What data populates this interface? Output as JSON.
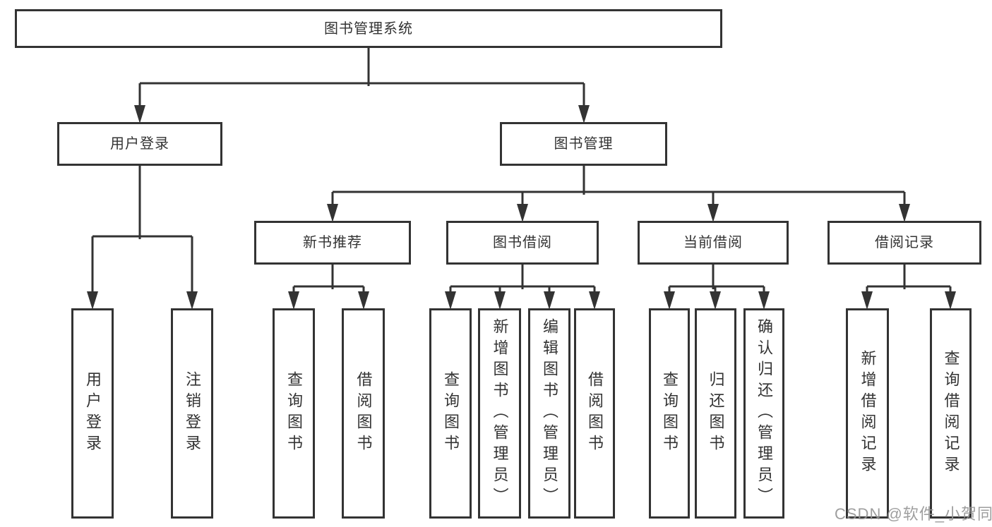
{
  "colors": {
    "line": "#333333",
    "box_border": "#333333",
    "box_fill": "#ffffff",
    "text": "#333333",
    "watermark": "#969696"
  },
  "tree": {
    "root": {
      "label": "图书管理系统",
      "children": [
        {
          "label": "用户登录",
          "children": [
            {
              "label": "用户登录"
            },
            {
              "label": "注销登录"
            }
          ]
        },
        {
          "label": "图书管理",
          "children": [
            {
              "label": "新书推荐",
              "children": [
                {
                  "label": "查询图书"
                },
                {
                  "label": "借阅图书"
                }
              ]
            },
            {
              "label": "图书借阅",
              "children": [
                {
                  "label": "查询图书"
                },
                {
                  "label": "新增图书（管理员）"
                },
                {
                  "label": "编辑图书（管理员）"
                },
                {
                  "label": "借阅图书"
                }
              ]
            },
            {
              "label": "当前借阅",
              "children": [
                {
                  "label": "查询图书"
                },
                {
                  "label": "归还图书"
                },
                {
                  "label": "确认归还（管理员）"
                }
              ]
            },
            {
              "label": "借阅记录",
              "children": [
                {
                  "label": "新增借阅记录"
                },
                {
                  "label": "查询借阅记录"
                }
              ]
            }
          ]
        }
      ]
    }
  },
  "watermark": {
    "text": "CSDN @软件_小贺同学"
  }
}
